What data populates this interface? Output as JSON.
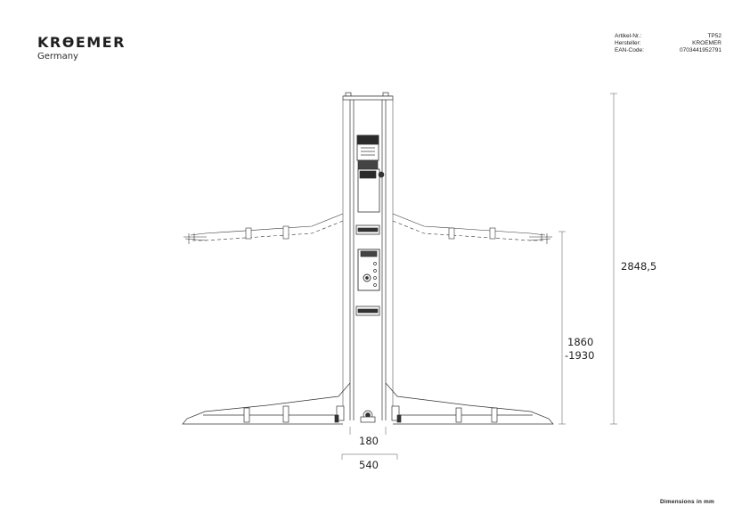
{
  "brand": {
    "name": "KRϴEMER",
    "subtitle": "Germany"
  },
  "product_info": {
    "rows": [
      {
        "label": "Artikel-Nr.:",
        "value": "TP52"
      },
      {
        "label": "Hersteller:",
        "value": "KROEMER"
      },
      {
        "label": "EAN-Code:",
        "value": "0703441952791"
      }
    ]
  },
  "dimensions": {
    "overall_height": "2848,5",
    "lift_height_line1": "1860",
    "lift_height_line2": "-1930",
    "column_width": "180",
    "base_width": "540"
  },
  "footnote": "Dimensions in mm"
}
